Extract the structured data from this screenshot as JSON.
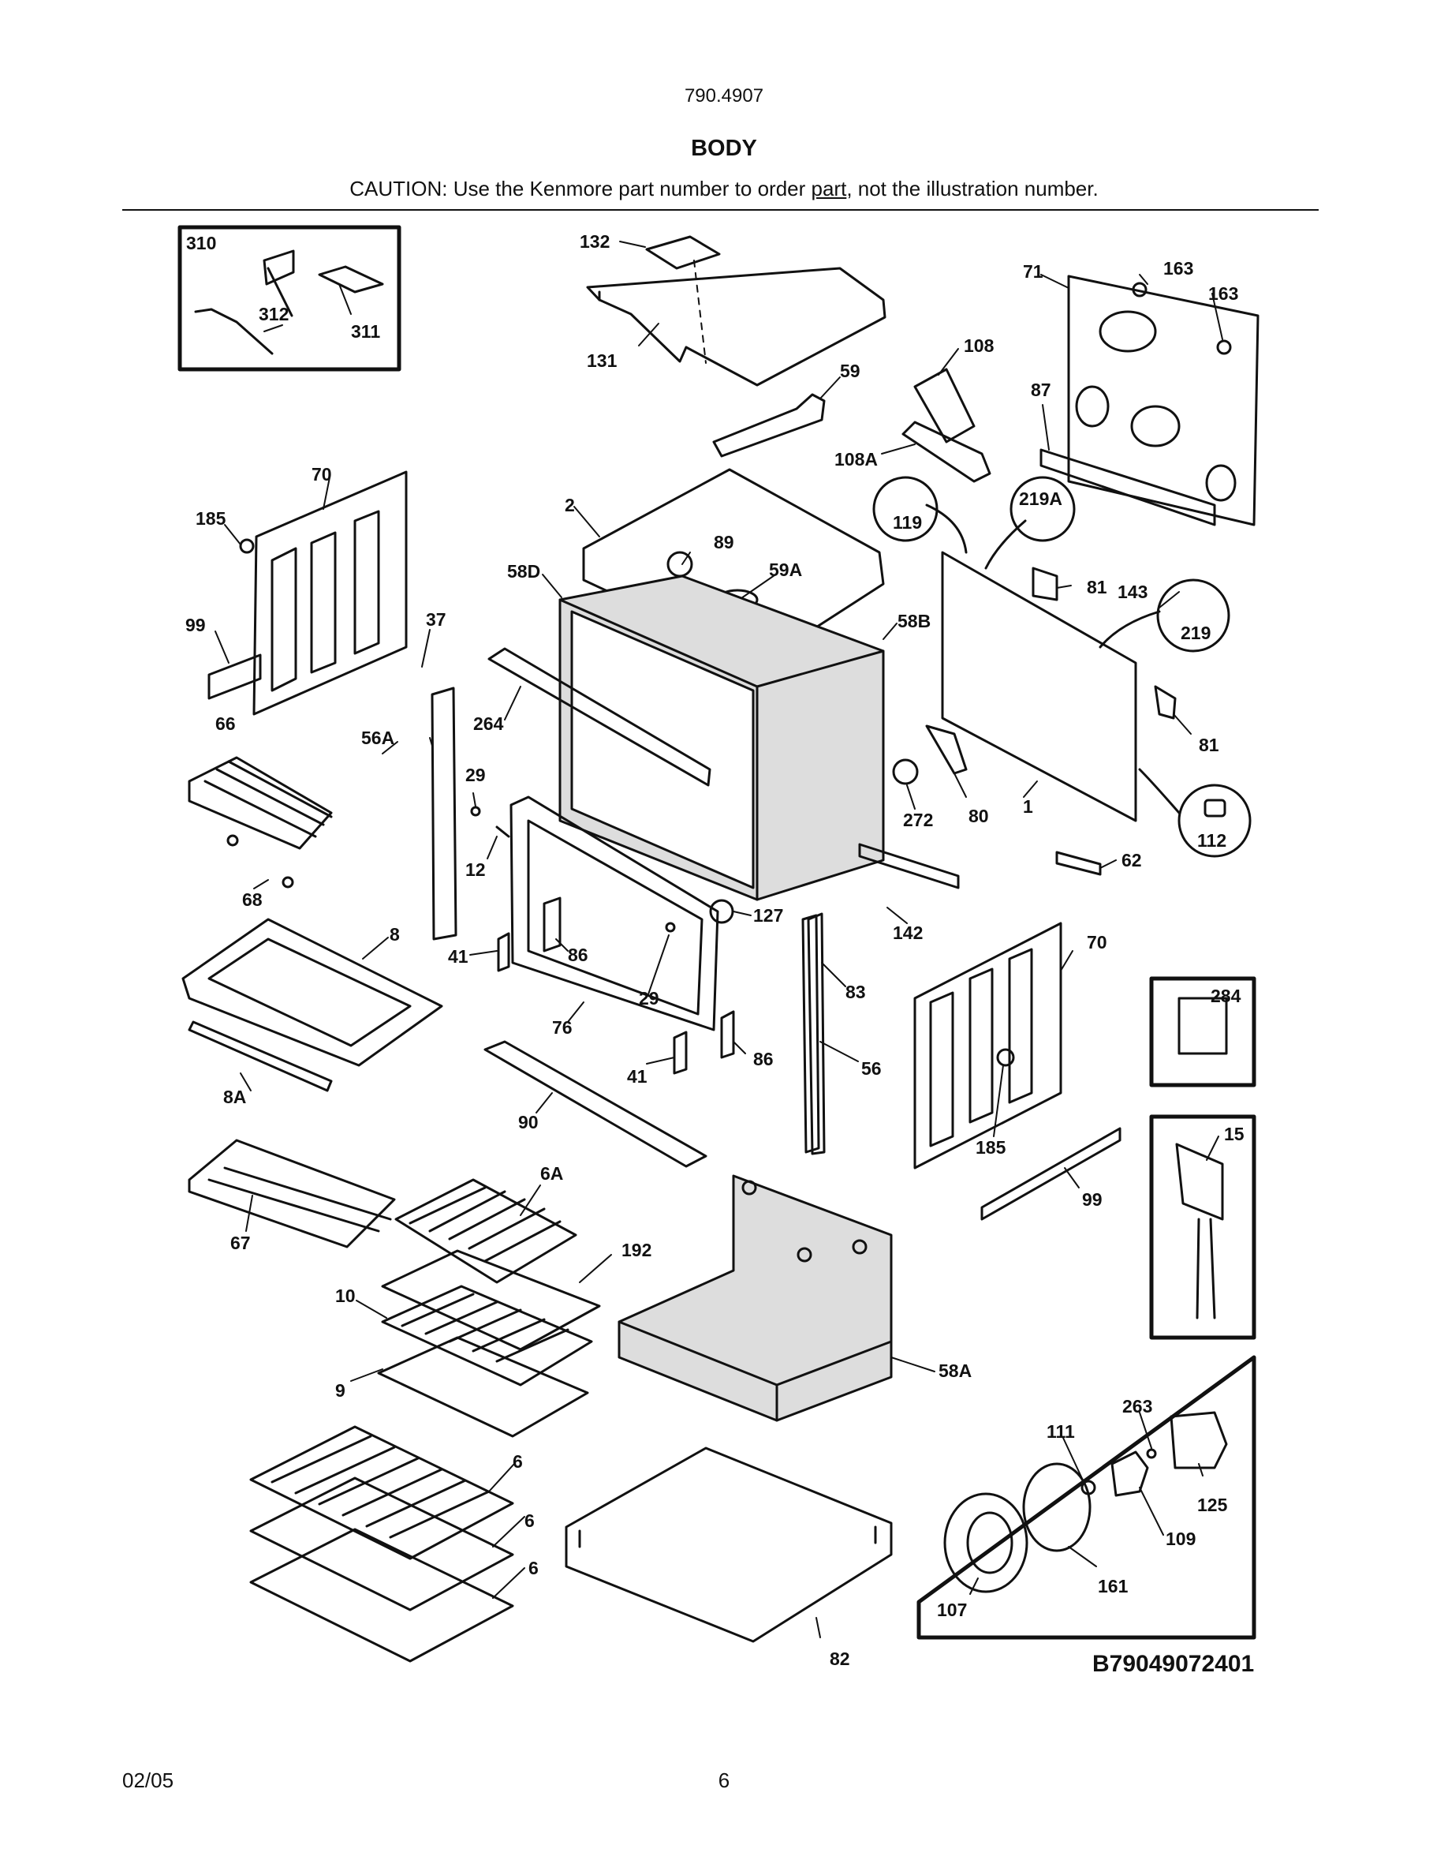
{
  "header": {
    "model": "790.4907",
    "title": "BODY",
    "caution_prefix": "CAUTION: Use the Kenmore part number to order ",
    "caution_link": "part",
    "caution_suffix": ", not the illustration number."
  },
  "diagram": {
    "code": "B79049072401",
    "labels": {
      "l310": "310",
      "l311": "311",
      "l312": "312",
      "l132": "132",
      "l131": "131",
      "l59": "59",
      "l163a": "163",
      "l163b": "163",
      "l71": "71",
      "l108": "108",
      "l87": "87",
      "l108A": "108A",
      "l70a": "70",
      "l185a": "185",
      "l2": "2",
      "l89": "89",
      "l119": "119",
      "l219A": "219A",
      "l58D": "58D",
      "l59A": "59A",
      "l81a": "81",
      "l143": "143",
      "l219": "219",
      "l99a": "99",
      "l37": "37",
      "l58B": "58B",
      "l66": "66",
      "l56A": "56A",
      "l264": "264",
      "l81b": "81",
      "l29a": "29",
      "l272": "272",
      "l80": "80",
      "l1": "1",
      "l112": "112",
      "l12": "12",
      "l62": "62",
      "l68": "68",
      "l127": "127",
      "l142": "142",
      "l8": "8",
      "l41a": "41",
      "l86a": "86",
      "l70b": "70",
      "l29b": "29",
      "l83": "83",
      "l284": "284",
      "l76": "76",
      "l86b": "86",
      "l41b": "41",
      "l56": "56",
      "l8A": "8A",
      "l90": "90",
      "l185b": "185",
      "l15": "15",
      "l99b": "99",
      "l6A": "6A",
      "l67": "67",
      "l192": "192",
      "l10": "10",
      "l9": "9",
      "l58A": "58A",
      "l263": "263",
      "l111": "111",
      "l125": "125",
      "l6a": "6",
      "l6b": "6",
      "l6c": "6",
      "l109": "109",
      "l161": "161",
      "l107": "107",
      "l82": "82"
    }
  },
  "footer": {
    "date": "02/05",
    "page": "6"
  }
}
